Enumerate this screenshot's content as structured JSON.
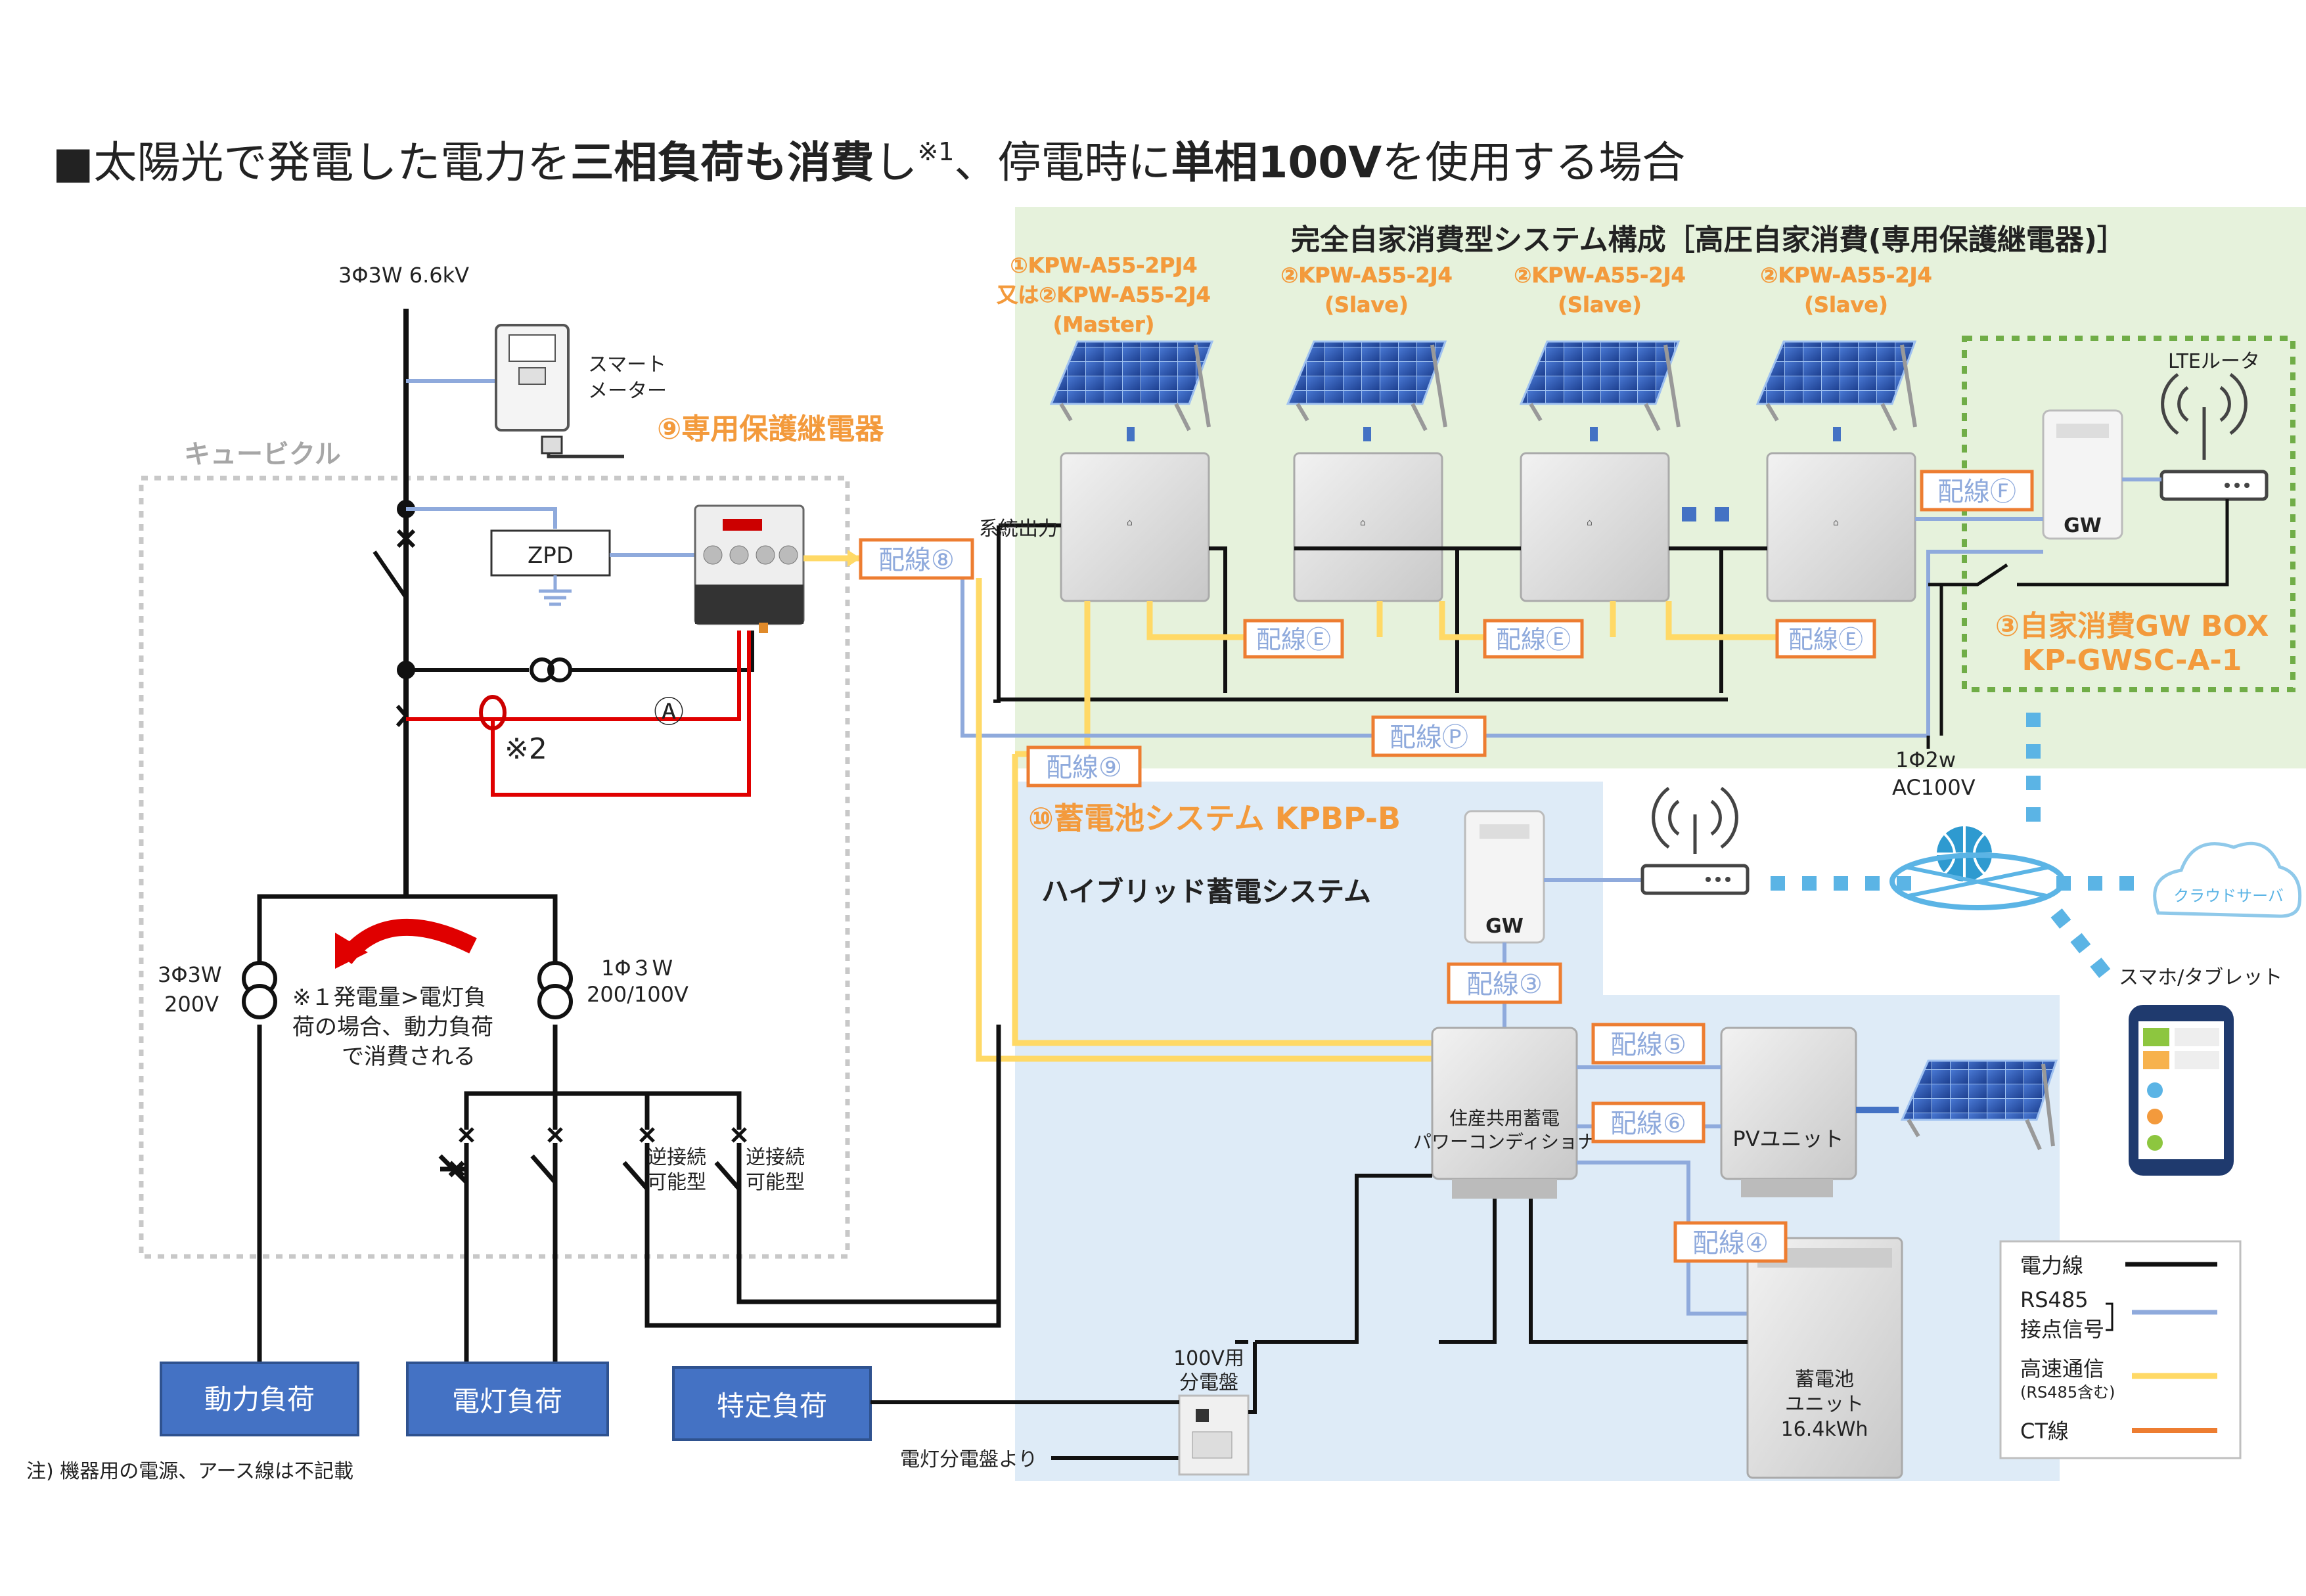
{
  "title": {
    "prefix": "■太陽光で発電した電力を",
    "bold1": "三相負荷も消費",
    "mid": "し",
    "note": "※1",
    "mid2": "、停電時に",
    "bold2": "単相100V",
    "suffix": "を使用する場合"
  },
  "system": {
    "header": "完全自家消費型システム構成［高圧自家消費(専用保護継電器)］",
    "pv": [
      {
        "line1": "①KPW-A55-2PJ4",
        "line2": "又は②KPW-A55-2J4",
        "line3": "(Master)"
      },
      {
        "line1": "②KPW-A55-2J4",
        "line2": "(Slave)"
      },
      {
        "line1": "②KPW-A55-2J4",
        "line2": "(Slave)"
      },
      {
        "line1": "②KPW-A55-2J4",
        "line2": "(Slave)"
      }
    ],
    "gwbox_label": "③自家消費GW BOX",
    "gwbox_model": "KP-GWSC-A-1",
    "lte_router": "LTEルータ",
    "gw": "GW"
  },
  "grid": {
    "voltage": "3Φ3W 6.6kV",
    "smart_meter_1": "スマート",
    "smart_meter_2": "メーター",
    "cubicle": "キュービクル",
    "zpd": "ZPD",
    "relay_label": "⑨専用保護継電器",
    "a_mark": "Ⓐ",
    "note2": "※2",
    "system_output": "系統出力",
    "tr_left_1": "3Φ3W",
    "tr_left_2": "200V",
    "tr_right_1": "1Φ３W",
    "tr_right_2": "200/100V",
    "note1_1": "※１発電量>電灯負",
    "note1_2": "荷の場合、動力負荷",
    "note1_3": "で消費される",
    "reverse_1a": "逆接続",
    "reverse_1b": "可能型",
    "reverse_2a": "逆接続",
    "reverse_2b": "可能型"
  },
  "wiring": {
    "w8": "配線⑧",
    "wE1": "配線Ⓔ",
    "wE2": "配線Ⓔ",
    "wE3": "配線Ⓔ",
    "wF": "配線Ⓕ",
    "wP": "配線Ⓟ",
    "w9": "配線⑨",
    "w3": "配線③",
    "w5": "配線⑤",
    "w6": "配線⑥",
    "w4": "配線④"
  },
  "battery": {
    "label": "⑩蓄電池システム KPBP-B",
    "hybrid": "ハイブリッド蓄電システム",
    "gw": "GW",
    "pcs_1": "住産共用蓄電",
    "pcs_2": "パワーコンディショナ",
    "pv_unit": "PVユニット",
    "bat_1": "蓄電池",
    "bat_2": "ユニット",
    "bat_3": "16.4kWh",
    "ac_1": "1Φ2w",
    "ac_2": "AC100V",
    "cloud": "クラウドサーバ",
    "smartphone": "スマホ/タブレット",
    "panel_1": "100V用",
    "panel_2": "分電盤",
    "from_panel": "電灯分電盤より"
  },
  "loads": {
    "power": "動力負荷",
    "light": "電灯負荷",
    "specific": "特定負荷"
  },
  "legend": {
    "power_line": "電力線",
    "rs485_1": "RS485",
    "rs485_2": "接点信号",
    "highspeed_1": "高速通信",
    "highspeed_2": "(RS485含む)",
    "ct": "CT線"
  },
  "footnote": "注) 機器用の電源、アース線は不記載",
  "colors": {
    "green_area": "#e6f2dc",
    "blue_area": "#deebf7",
    "load_box": "#4472c4",
    "orange": "#f39a3c",
    "rs485": "#8faadc",
    "highspeed": "#ffd966",
    "ct": "#ed7d31",
    "dotted_green": "#70ad47",
    "dotted_blue": "#5bb4e5"
  }
}
